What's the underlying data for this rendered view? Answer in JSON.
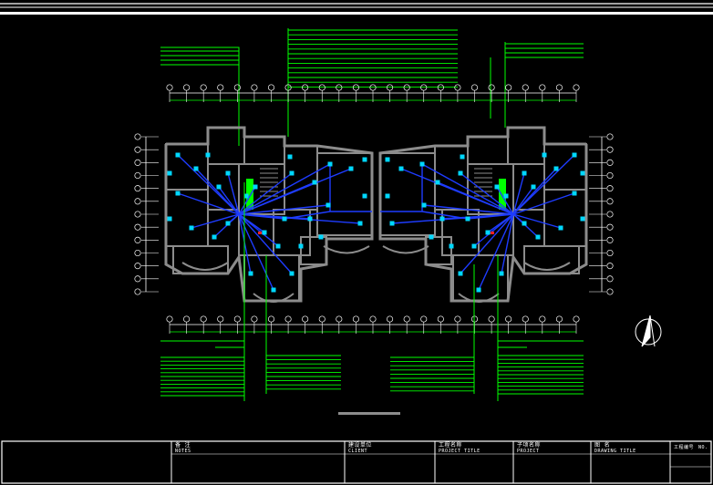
{
  "colors": {
    "background": "#000000",
    "frame": "#ffffff",
    "wall": "#8c8c8c",
    "wiring": "#1e3cff",
    "fixture": "#00d8ff",
    "leader": "#00ff00",
    "dimension": "#ffffff"
  },
  "title_block": {
    "fields": [
      {
        "label_top": "备 注",
        "label_bottom": "NOTES"
      },
      {
        "label_top": "建设单位",
        "label_bottom": "CLIENT"
      },
      {
        "label_top": "工程名称",
        "label_bottom": "PROJECT TITLE"
      },
      {
        "label_top": "子项名称",
        "label_bottom": "PROJECT"
      },
      {
        "label_top": "图 名",
        "label_bottom": "DRAWING TITLE"
      },
      {
        "label_top": "工程编号",
        "label_bottom": "NO."
      }
    ]
  },
  "icons": {
    "north_arrow": "north-arrow-icon"
  }
}
